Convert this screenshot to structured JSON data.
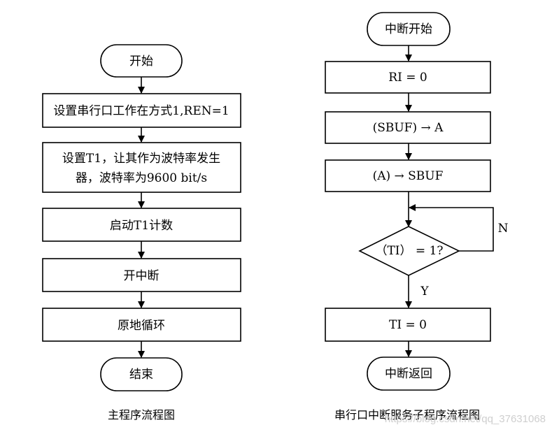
{
  "main_flow": {
    "start": "开始",
    "step1": "设置串行口工作在方式1,REN=1",
    "step2_line1": "设置T1，让其作为波特率发生",
    "step2_line2": "器，波特率为9600 bit/s",
    "step3": "启动T1计数",
    "step4": "开中断",
    "step5": "原地循环",
    "end": "结束",
    "caption": "主程序流程图"
  },
  "isr_flow": {
    "start": "中断开始",
    "step1": "RI = 0",
    "step2": "(SBUF) → A",
    "step3": "(A) → SBUF",
    "decision": "（TI） = 1?",
    "no_label": "N",
    "yes_label": "Y",
    "step4": "TI = 0",
    "end": "中断返回",
    "caption": "串行口中断服务子程序流程图"
  },
  "watermark": "https://blog.csdn.net/qq_37631068"
}
